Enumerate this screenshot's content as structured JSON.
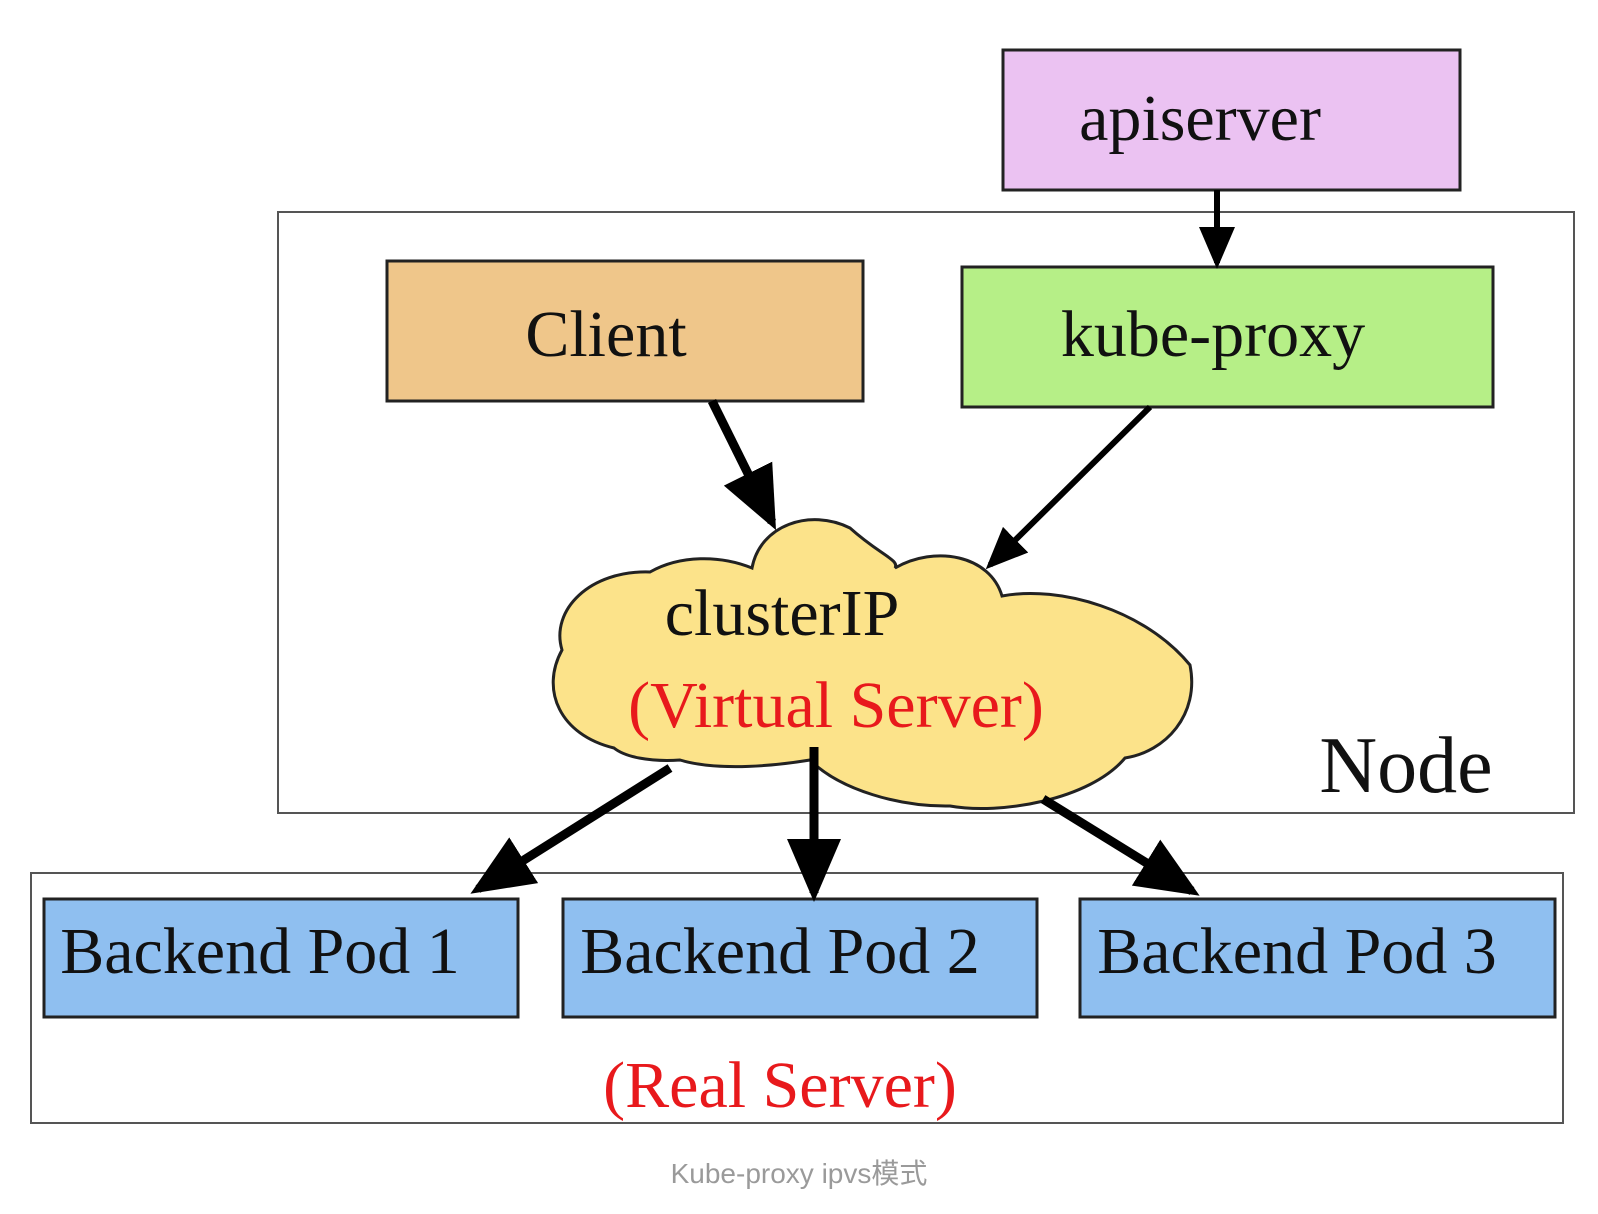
{
  "diagram": {
    "apiserver": {
      "label": "apiserver",
      "color": "#ebc2f2"
    },
    "client": {
      "label": "Client",
      "color": "#efc68a"
    },
    "kube_proxy": {
      "label": "kube-proxy",
      "color": "#b6ef87"
    },
    "cluster_ip": {
      "label": "clusterIP",
      "sublabel": "(Virtual Server)",
      "color": "#fce38a"
    },
    "node": {
      "label": "Node"
    },
    "backend_pods": [
      {
        "label": "Backend Pod 1"
      },
      {
        "label": "Backend Pod 2"
      },
      {
        "label": "Backend Pod 3"
      }
    ],
    "pod_color": "#8fbff0",
    "real_server": {
      "label": "(Real Server)"
    },
    "accent_red": "#e8191c"
  },
  "caption": "Kube-proxy ipvs模式"
}
